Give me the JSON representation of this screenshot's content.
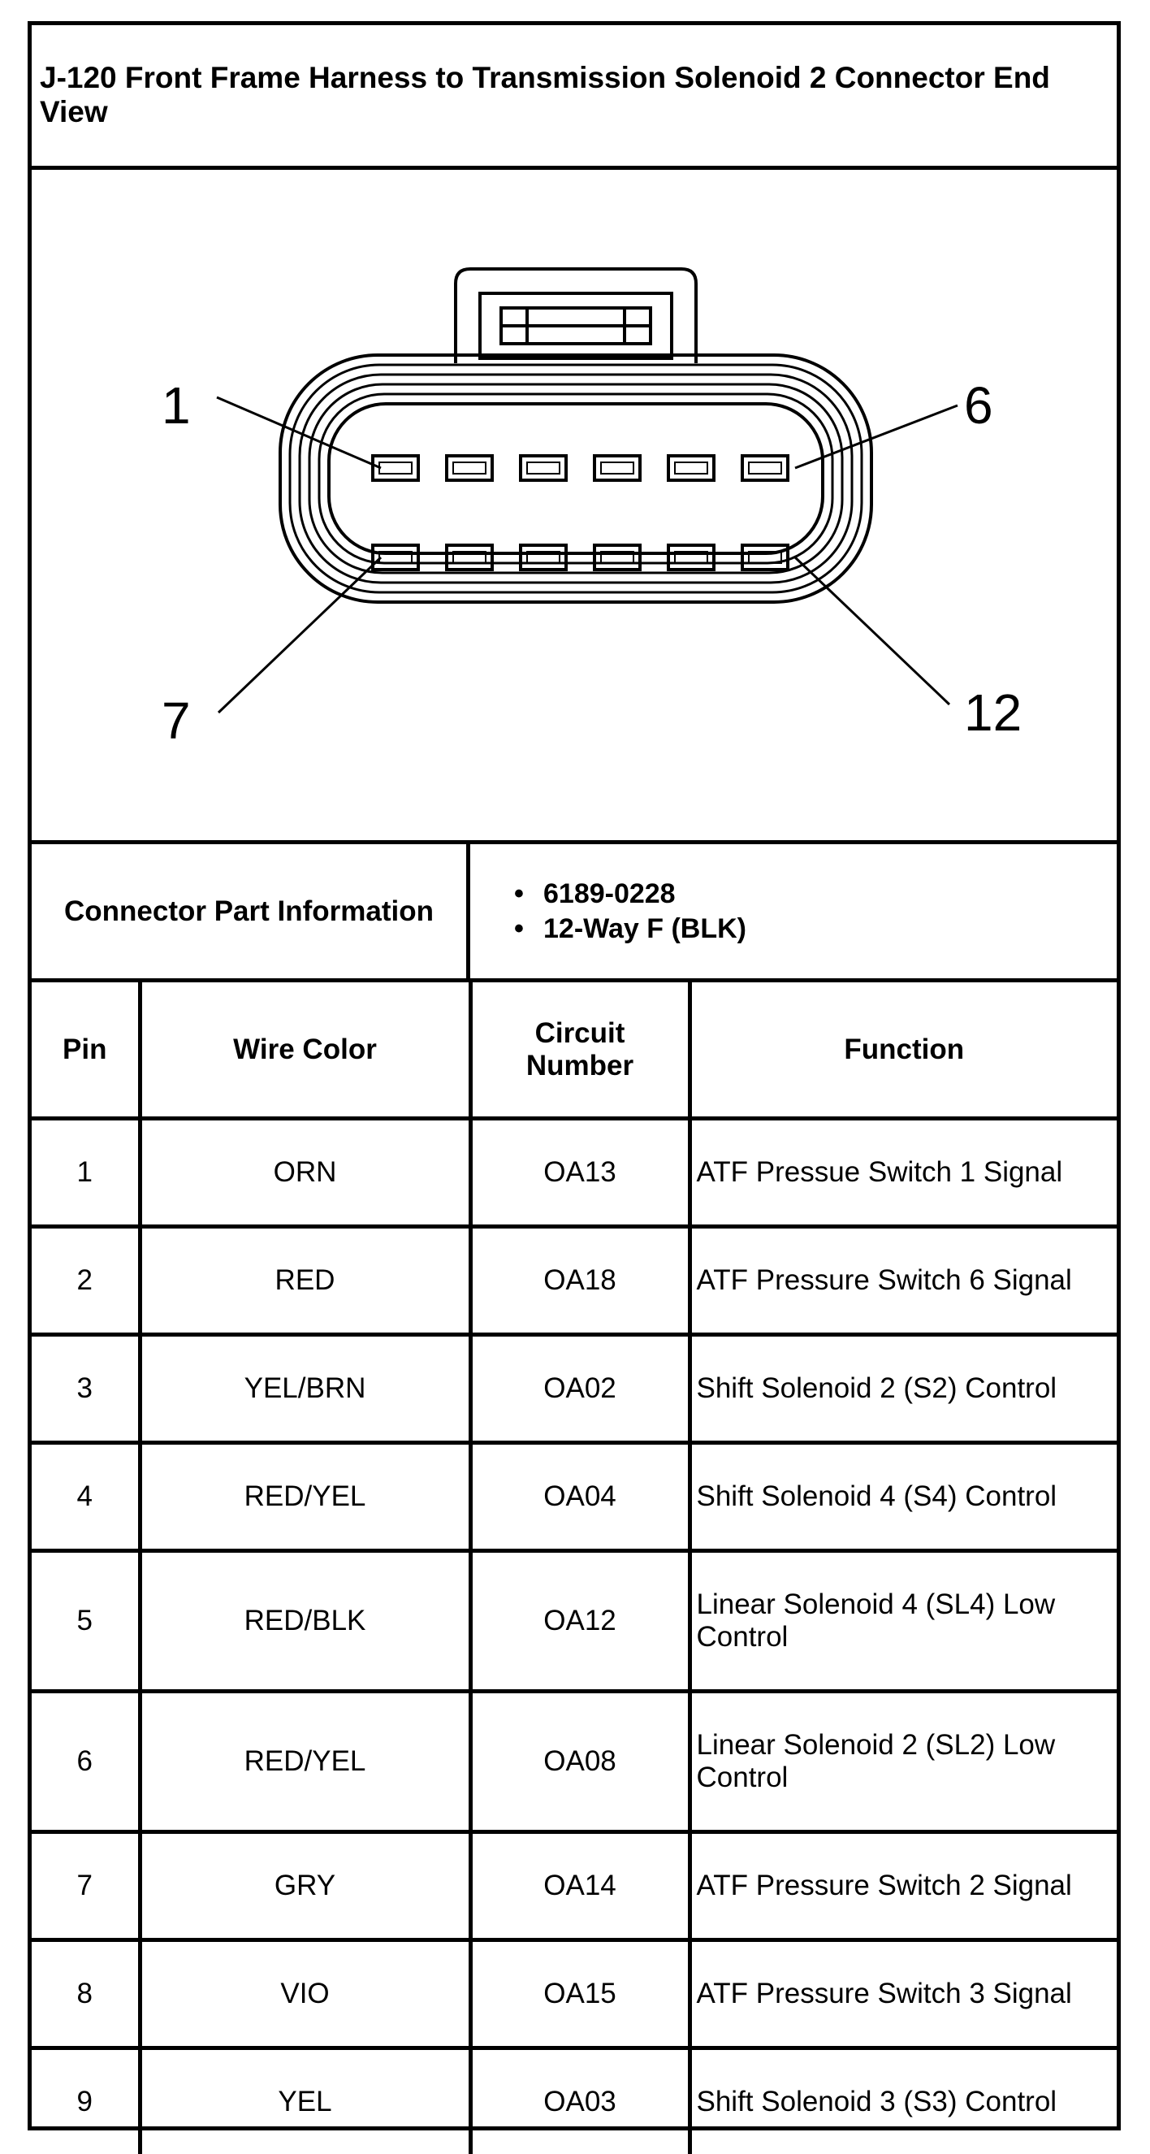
{
  "title": "J-120 Front Frame Harness to Transmission Solenoid 2 Connector End View",
  "diagram": {
    "pin_callouts": [
      "1",
      "6",
      "7",
      "12"
    ]
  },
  "connector_part_information": {
    "label": "Connector Part Information",
    "items": [
      "6189-0228",
      "12-Way F (BLK)"
    ]
  },
  "table": {
    "headers": {
      "pin": "Pin",
      "wire_color": "Wire Color",
      "circuit_number": "Circuit Number",
      "function": "Function"
    },
    "rows": [
      {
        "pin": "1",
        "wire_color": "ORN",
        "circuit": "OA13",
        "function": "ATF Pressue Switch 1 Signal"
      },
      {
        "pin": "2",
        "wire_color": "RED",
        "circuit": "OA18",
        "function": "ATF Pressure Switch 6 Signal"
      },
      {
        "pin": "3",
        "wire_color": "YEL/BRN",
        "circuit": "OA02",
        "function": "Shift Solenoid 2 (S2) Control"
      },
      {
        "pin": "4",
        "wire_color": "RED/YEL",
        "circuit": "OA04",
        "function": "Shift Solenoid 4 (S4) Control"
      },
      {
        "pin": "5",
        "wire_color": "RED/BLK",
        "circuit": "OA12",
        "function": "Linear Solenoid 4 (SL4) Low Control"
      },
      {
        "pin": "6",
        "wire_color": "RED/YEL",
        "circuit": "OA08",
        "function": "Linear Solenoid 2 (SL2) Low Control"
      },
      {
        "pin": "7",
        "wire_color": "GRY",
        "circuit": "OA14",
        "function": "ATF Pressure Switch 2 Signal"
      },
      {
        "pin": "8",
        "wire_color": "VIO",
        "circuit": "OA15",
        "function": "ATF Pressure Switch 3 Signal"
      },
      {
        "pin": "9",
        "wire_color": "YEL",
        "circuit": "OA03",
        "function": "Shift Solenoid 3 (S3) Control"
      }
    ]
  }
}
